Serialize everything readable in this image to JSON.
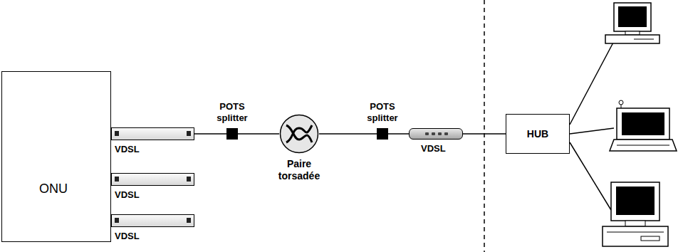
{
  "diagram": {
    "nodes": [
      {
        "text": [
          "ONU"
        ]
      },
      {
        "text": [
          "VDSL"
        ],
        "in": 0
      },
      {
        "text": [
          "VDSL"
        ],
        "in": 0
      },
      {
        "text": [
          "VDSL"
        ],
        "in": 0
      },
      {
        "text": [
          "POTS splitter"
        ]
      },
      {
        "text": [
          "Paire torsadée"
        ]
      },
      {
        "text": [
          "POTS splitter"
        ]
      },
      {
        "text": [
          "VDSL"
        ]
      },
      {
        "text": [
          "HUB"
        ]
      }
    ],
    "edges": [
      {
        "from": 1,
        "to": 4,
        "arrow": "none"
      },
      {
        "from": 4,
        "to": 5,
        "arrow": "none"
      },
      {
        "from": 5,
        "to": 6,
        "arrow": "none"
      },
      {
        "from": 6,
        "to": 7,
        "arrow": "none"
      },
      {
        "from": 7,
        "to": 8,
        "arrow": "none"
      }
    ]
  }
}
